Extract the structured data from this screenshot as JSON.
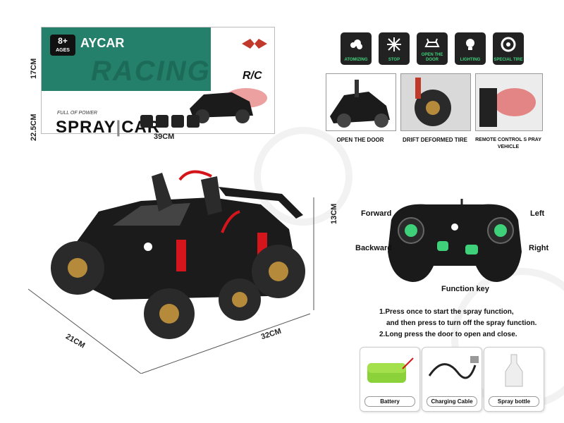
{
  "box": {
    "height_dim": "17CM",
    "depth_dim": "22.5CM",
    "width_dim": "39CM",
    "age_top": "8+",
    "age_bottom": "AGES",
    "title_top": "AYCAR",
    "watermark": "RACING",
    "power_text": "FULL OF POWER",
    "title_spray": "SPRAY",
    "title_car": "CAR",
    "rc_text": "R/C"
  },
  "features": [
    {
      "label": "ATOMIZING",
      "icon": "smoke-icon"
    },
    {
      "label": "STOP",
      "icon": "arrows-icon"
    },
    {
      "label": "OPEN THE DOOR",
      "icon": "car-door-icon"
    },
    {
      "label": "LIGHTING",
      "icon": "bulb-icon"
    },
    {
      "label": "SPECIAL TIRE",
      "icon": "tire-icon"
    }
  ],
  "photos": [
    {
      "caption": "OPEN THE DOOR"
    },
    {
      "caption": "DRIFT DEFORMED TIRE"
    },
    {
      "caption": "REMOTE CONTROL S PRAY VEHICLE"
    }
  ],
  "car": {
    "height_dim": "13CM",
    "depth_dim": "21CM",
    "length_dim": "32CM"
  },
  "remote": {
    "forward": "Forward",
    "backward": "Backward",
    "left": "Left",
    "right": "Right",
    "function_key": "Function key"
  },
  "instructions": {
    "line1": "1.Press once to start the spray function,",
    "line2": "and then press to turn off the spray function.",
    "line3": "2.Long press the door to open and close."
  },
  "accessories": [
    {
      "label": "Battery",
      "icon": "battery-icon"
    },
    {
      "label": "Charging Cable",
      "icon": "usb-cable-icon"
    },
    {
      "label": "Spray bottle",
      "icon": "bottle-icon"
    }
  ],
  "colors": {
    "box_teal": "#24806b",
    "accent_green": "#3fd07a",
    "car_body": "#1b1b1b",
    "spring_red": "#d4161c",
    "wheel_gold": "#b58a3a"
  }
}
